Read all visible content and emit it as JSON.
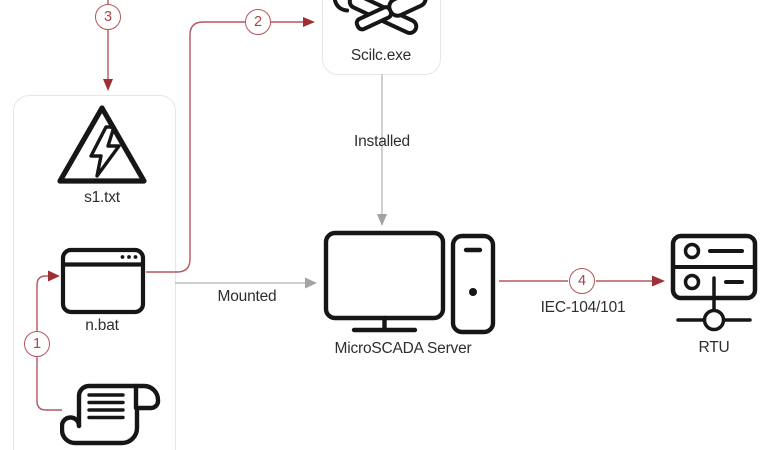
{
  "diagram": {
    "nodes": {
      "s1_txt": {
        "label": "s1.txt",
        "icon": "warning-triangle-icon"
      },
      "n_bat": {
        "label": "n.bat",
        "icon": "app-window-icon"
      },
      "script": {
        "icon": "scroll-icon"
      },
      "scilc": {
        "label": "Scilc.exe",
        "icon": "crossed-tools-icon"
      },
      "microscada": {
        "label": "MicroSCADA Server",
        "icon": "monitor-and-tower-icon"
      },
      "rtu": {
        "label": "RTU",
        "icon": "server-rack-network-icon"
      }
    },
    "edges": {
      "installed": {
        "label": "Installed"
      },
      "mounted": {
        "label": "Mounted"
      },
      "iec": {
        "label": "IEC-104/101"
      }
    },
    "steps": {
      "s1": "1",
      "s2": "2",
      "s3": "3",
      "s4": "4"
    }
  },
  "colors": {
    "red-line": "#b5565c",
    "red-dark": "#9e2f36",
    "red-text": "#a9444b",
    "gray-line": "#bdbdbd",
    "gray-dark": "#a3a3a3",
    "ink": "#161616",
    "text": "#2e2e2e",
    "border": "#e6e6e7"
  }
}
